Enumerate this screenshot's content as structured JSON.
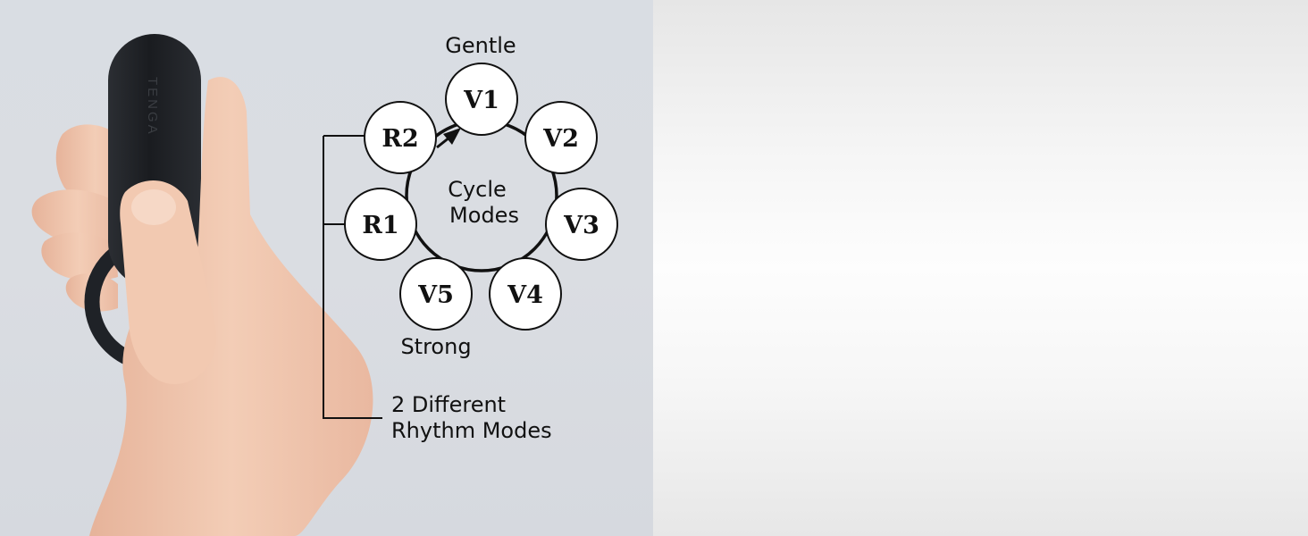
{
  "diagram": {
    "top_label": "Gentle",
    "bottom_label": "Strong",
    "center_label_line1": "Cycle",
    "center_label_line2": "Modes",
    "rhythm_label_line1": "2 Different",
    "rhythm_label_line2": "Rhythm Modes",
    "modes": [
      "V1",
      "V2",
      "V3",
      "V4",
      "V5",
      "R1",
      "R2"
    ]
  },
  "product": {
    "brand": "TENGA"
  },
  "colors": {
    "device": "#1f2227",
    "skin": "#f0c6ae",
    "background": "#d9dde3",
    "line": "#111111"
  }
}
